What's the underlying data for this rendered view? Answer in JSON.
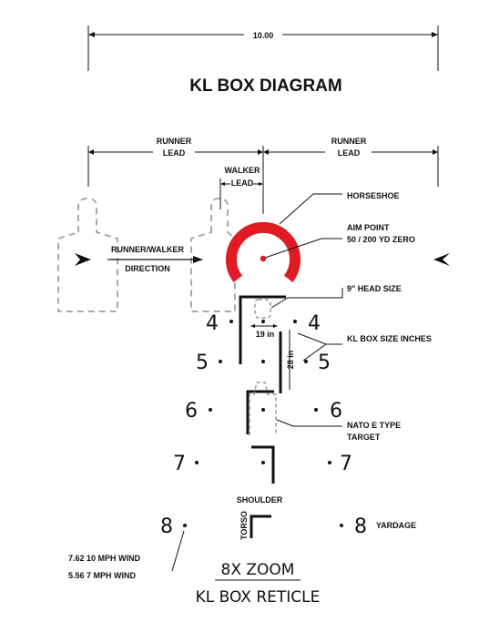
{
  "dims": {
    "overall_width": "10.00",
    "box_width": "19 in",
    "box_height": "28 in"
  },
  "title": "KL BOX DIAGRAM",
  "labels": {
    "runner_lead_left": [
      "RUNNER",
      "LEAD"
    ],
    "runner_lead_right": [
      "RUNNER",
      "LEAD"
    ],
    "walker_lead": [
      "WALKER",
      "LEAD"
    ],
    "runner_walker_direction": [
      "RUNNER/WALKER",
      "DIRECTION"
    ],
    "horseshoe": "HORSESHOE",
    "aim_point": [
      "AIM POINT",
      "50 / 200 YD ZERO"
    ],
    "head_size": "9\" HEAD SIZE",
    "kl_box_size": "KL BOX SIZE INCHES",
    "nato_target": [
      "NATO E TYPE",
      "TARGET"
    ],
    "shoulder": "SHOULDER",
    "torso": "TORSO",
    "yardage": "YARDAGE"
  },
  "yardage_marks": [
    "4",
    "4",
    "5",
    "5",
    "6",
    "6",
    "7",
    "7",
    "8",
    "8"
  ],
  "wind": [
    "7.62 10 MPH WIND",
    "5.56  7 MPH WIND"
  ],
  "footer": {
    "zoom": "8X ZOOM",
    "reticle": "KL BOX RETICLE"
  },
  "colors": {
    "horseshoe": "#e01b24",
    "ink": "#111111",
    "silhouette": "#aaaaaa"
  }
}
